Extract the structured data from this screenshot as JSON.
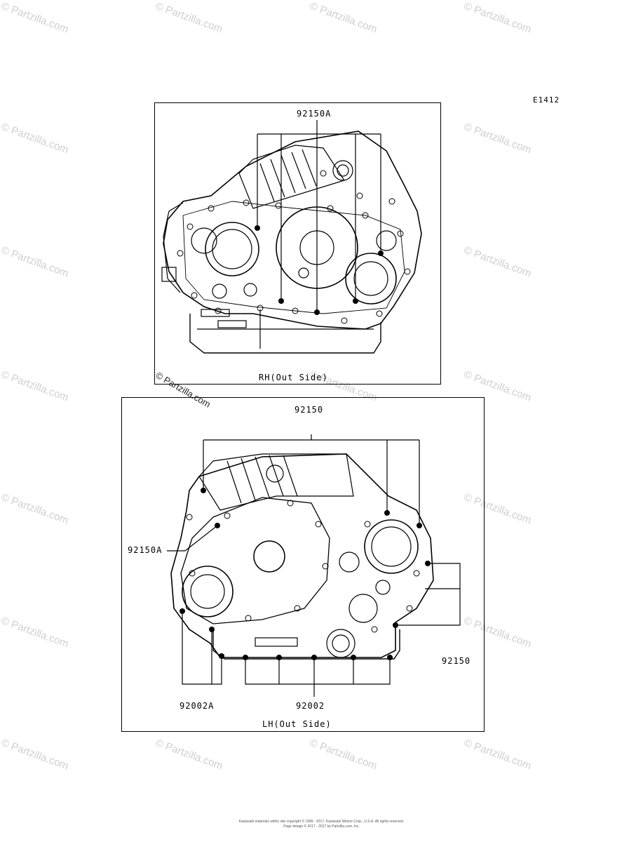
{
  "diagram_code": "E1412",
  "watermark": "© Partzilla.com",
  "rh_view": {
    "title": "RH(Out Side)",
    "callouts": {
      "top": "92150A"
    }
  },
  "lh_view": {
    "title": "LH(Out Side)",
    "callouts": {
      "top": "92150",
      "left": "92150A",
      "right": "92150",
      "bottom_left": "92002A",
      "bottom_center": "92002"
    }
  },
  "footer": {
    "line1": "Kawasaki materials within site copyright © 1999 - 2017, Kawasaki Motors Corp., U.S.A. All rights reserved.",
    "line2": "Page design © 2017 - 2017 by Partzilla.com, Inc."
  }
}
